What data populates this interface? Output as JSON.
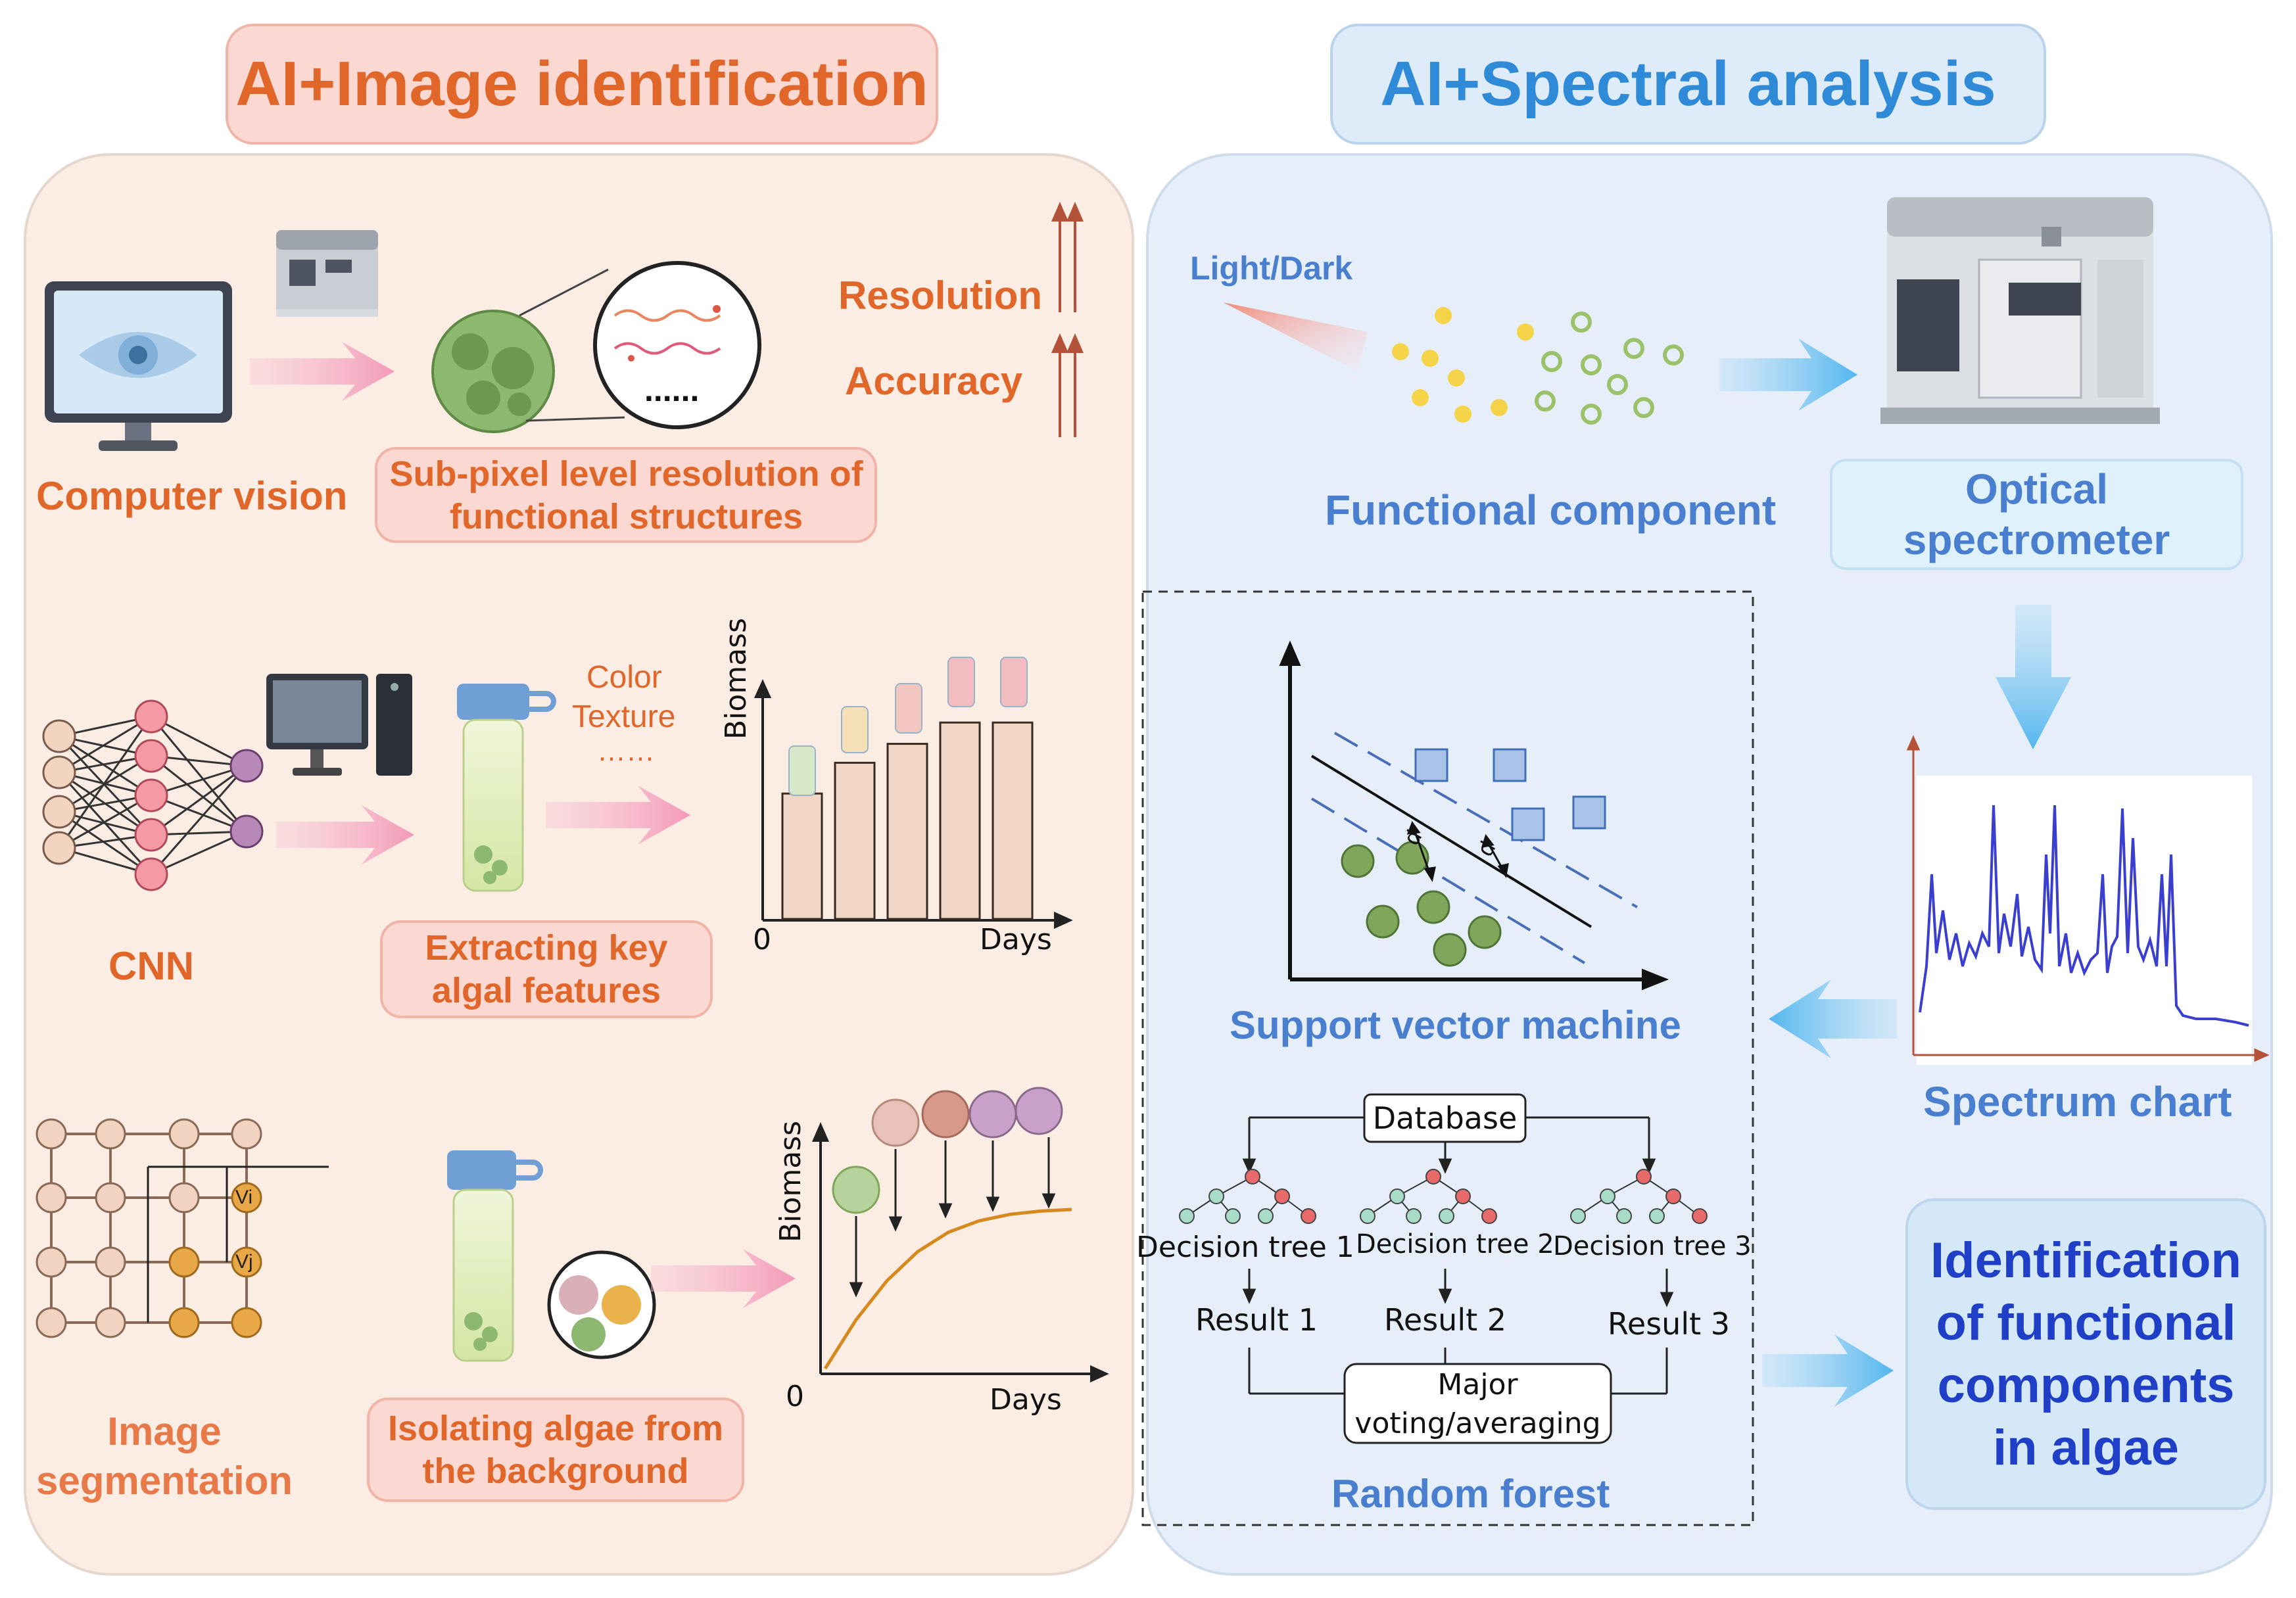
{
  "left_section": {
    "title": "AI+Image identification",
    "row1": {
      "label": "Computer vision",
      "caption": "Sub-pixel level resolution of functional structures",
      "metric_1": "Resolution",
      "metric_2": "Accuracy"
    },
    "row2": {
      "label": "CNN",
      "caption": "Extracting key algal features",
      "feature_1": "Color",
      "feature_2": "Texture",
      "feature_3": "……",
      "chart_ylabel": "Biomass",
      "chart_xlabel": "Days",
      "chart_origin": "0"
    },
    "row3": {
      "label": "Image segmentation",
      "caption": "Isolating algae from the background",
      "node_vi": "Vi",
      "node_vj": "Vj",
      "chart_ylabel": "Biomass",
      "chart_xlabel": "Days",
      "chart_origin": "0"
    }
  },
  "right_section": {
    "title": "AI+Spectral analysis",
    "light_label": "Light/Dark",
    "functional_component": "Functional component",
    "spectrometer_label": "Optical spectrometer",
    "spectrum_label": "Spectrum chart",
    "svm_label": "Support vector machine",
    "svm_margin_label": "d",
    "random_forest": {
      "label": "Random forest",
      "database": "Database",
      "trees": [
        "Decision tree 1",
        "Decision tree 2",
        "Decision tree 3"
      ],
      "results": [
        "Result 1",
        "Result 2",
        "Result 3"
      ],
      "aggregate": "Major voting/averaging"
    },
    "output_label": "Identification of functional components in algae"
  },
  "chart_data": [
    {
      "type": "bar",
      "categories": [
        "",
        "",
        "",
        "",
        ""
      ],
      "values": [
        0.53,
        0.66,
        0.74,
        0.83,
        0.83
      ],
      "xlabel": "Days",
      "ylabel": "Biomass",
      "ylim": [
        0,
        1
      ],
      "grid": false
    },
    {
      "type": "line",
      "x": [
        0,
        1,
        2,
        3,
        4,
        5,
        6,
        7,
        8
      ],
      "y": [
        0,
        0.3,
        0.54,
        0.72,
        0.84,
        0.91,
        0.95,
        0.97,
        0.98
      ],
      "xlabel": "Days",
      "ylabel": "Biomass",
      "grid": false
    }
  ],
  "colors": {
    "left_panel_bg": "#fbede4",
    "right_panel_bg": "#e6eff9",
    "orange_text": "#e0662a",
    "blue_text": "#4a7fd0",
    "navy_text": "#1f3fc6",
    "bar_fill": "#f2d6c6",
    "growth_curve": "#d68a1e",
    "algae_green": "#7fa65a",
    "spectrum_line": "#3b3fd0"
  }
}
